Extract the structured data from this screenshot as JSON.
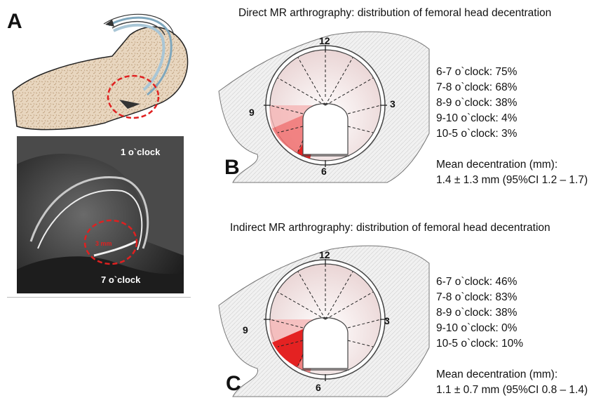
{
  "panels": {
    "a": {
      "letter": "A"
    },
    "b": {
      "letter": "B"
    },
    "c": {
      "letter": "C"
    }
  },
  "mri": {
    "label_top": "1 o`clock",
    "label_bottom": "7 o`clock",
    "measure": "3 mm"
  },
  "direct": {
    "title": "Direct MR arthrography: distribution of femoral head decentration",
    "clock": {
      "n12": "12",
      "n3": "3",
      "n6": "6",
      "n9": "9"
    },
    "stats": [
      "6-7 o`clock: 75%",
      "7-8 o`clock: 68%",
      "8-9 o`clock: 38%",
      "9-10 o`clock: 4%",
      "10-5 o`clock: 3%"
    ],
    "mean_label": "Mean decentration (mm):",
    "mean_value": "1.4 ± 1.3 mm (95%CI 1.2 – 1.7)"
  },
  "indirect": {
    "title": "Indirect MR arthrography: distribution of femoral head decentration",
    "clock": {
      "n12": "12",
      "n3": "3",
      "n6": "6",
      "n9": "9"
    },
    "stats": [
      "6-7 o`clock: 46%",
      "7-8 o`clock: 83%",
      "8-9 o`clock: 38%",
      "9-10 o`clock: 0%",
      "10-5 o`clock: 10%"
    ],
    "mean_label": "Mean decentration (mm):",
    "mean_value": "1.1 ± 0.7 mm (95%CI 0.8 – 1.4)"
  },
  "colors": {
    "highlight_red": "#e02020",
    "bone_fill": "#e8d6bf",
    "cartilage_blue": "#a9c6d6"
  }
}
